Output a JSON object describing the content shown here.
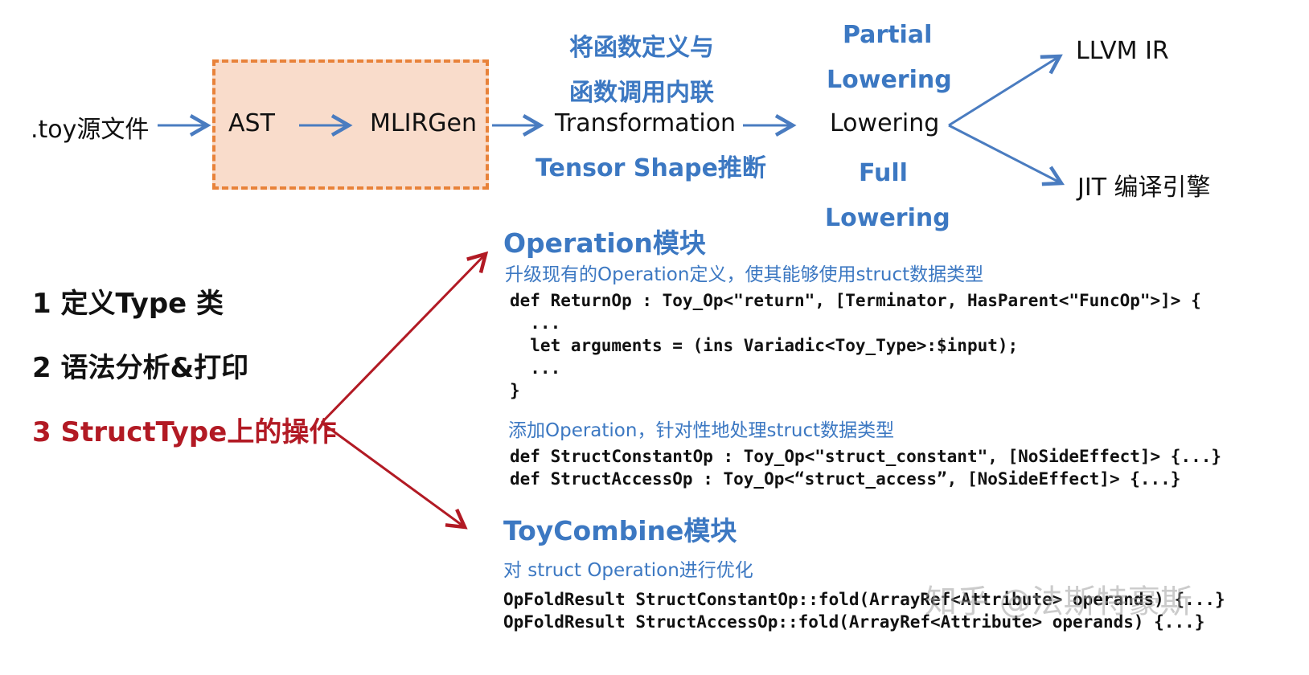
{
  "pipeline": {
    "source": ".toy源文件",
    "ast": "AST",
    "mlirgen": "MLIRGen",
    "transformation": "Transformation",
    "transformation_top_line1": "将函数定义与",
    "transformation_top_line2": "函数调用内联",
    "transformation_bottom": "Tensor Shape推断",
    "lowering": "Lowering",
    "partial_line1": "Partial",
    "partial_line2": "Lowering",
    "full_line1": "Full",
    "full_line2": "Lowering",
    "llvm_ir": "LLVM IR",
    "jit": "JIT 编译引擎"
  },
  "steps": [
    "1 定义Type 类",
    "2 语法分析&打印",
    "3 StructType上的操作"
  ],
  "operation_module": {
    "title": "Operation模块",
    "desc1": "升级现有的Operation定义，使其能够使用struct数据类型",
    "code1": [
      "def ReturnOp : Toy_Op<\"return\", [Terminator, HasParent<\"FuncOp\">]> {",
      "  ...",
      "  let arguments = (ins Variadic<Toy_Type>:$input);",
      "  ...",
      "}"
    ],
    "desc2": "添加Operation，针对性地处理struct数据类型",
    "code2": [
      "def StructConstantOp : Toy_Op<\"struct_constant\", [NoSideEffect]> {...}",
      "def StructAccessOp : Toy_Op<“struct_access”, [NoSideEffect]> {...}"
    ]
  },
  "toycombine_module": {
    "title": "ToyCombine模块",
    "desc": "对 struct Operation进行优化",
    "code": [
      "OpFoldResult StructConstantOp::fold(ArrayRef<Attribute> operands) {...}",
      "OpFoldResult StructAccessOp::fold(ArrayRef<Attribute> operands) {...}"
    ]
  },
  "watermark": "知乎 @法斯特豪斯",
  "colors": {
    "blue": "#3c78c2",
    "red": "#b21a24",
    "orange_border": "#e8823a",
    "orange_fill": "#f9dccb",
    "arrow_blue": "#4a7cc0"
  }
}
